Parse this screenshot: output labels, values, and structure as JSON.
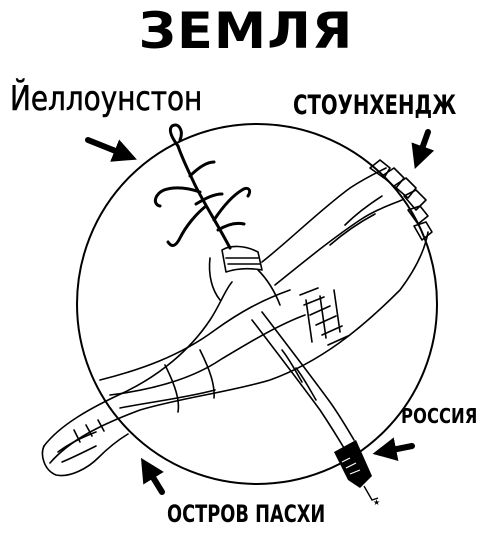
{
  "title": "ЗЕМЛЯ",
  "labels": {
    "yellowstone": "Йеллоунстон",
    "stonehenge": "СТОУНХЕНДЖ",
    "russia": "РОССИЯ",
    "easter_island": "ОСТРОВ ПАСХИ"
  },
  "colors": {
    "ink": "#000000",
    "background": "#ffffff"
  }
}
